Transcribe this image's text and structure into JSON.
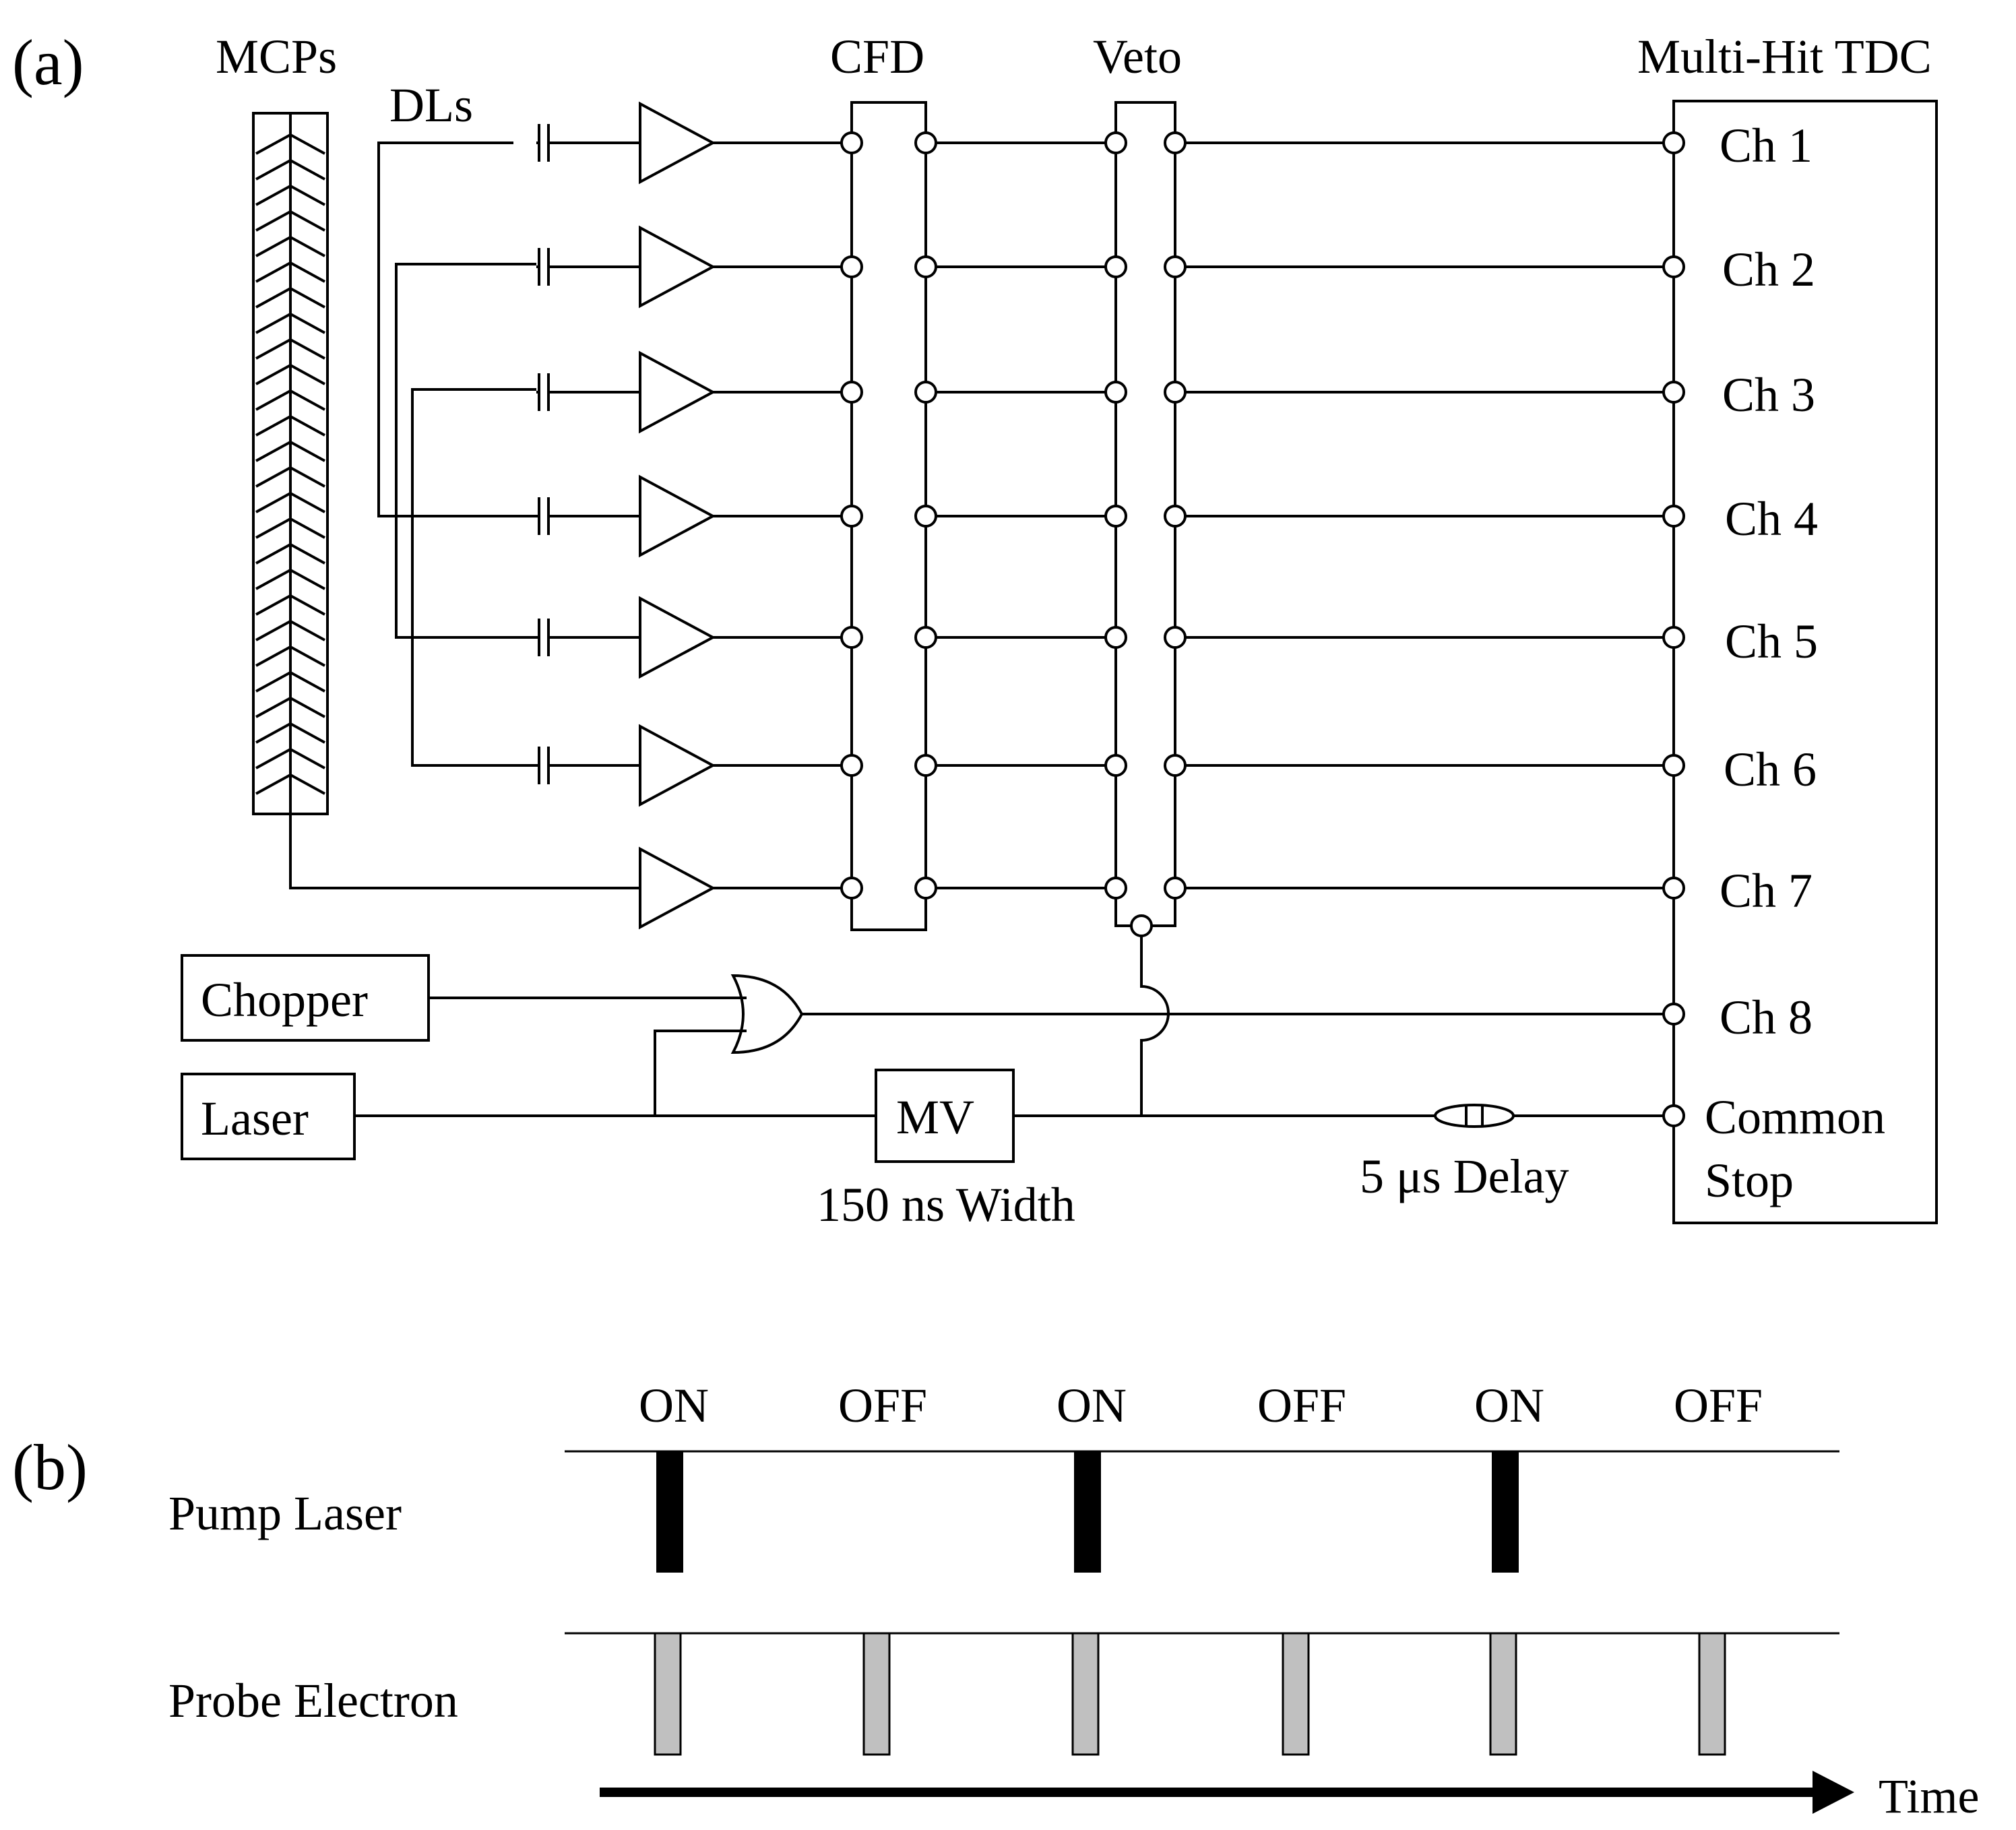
{
  "panel_a": {
    "label": "(a)",
    "mcps_label": "MCPs",
    "dls_label": "DLs",
    "cfd_label": "CFD",
    "veto_label": "Veto",
    "tdc_label": "Multi-Hit TDC",
    "channels": [
      "Ch 1",
      "Ch 2",
      "Ch 3",
      "Ch 4",
      "Ch 5",
      "Ch 6",
      "Ch 7",
      "Ch 8"
    ],
    "common_stop_line1": "Common",
    "common_stop_line2": "Stop",
    "chopper_label": "Chopper",
    "laser_label": "Laser",
    "mv_label": "MV",
    "mv_width_label": "150 ns Width",
    "delay_label": "5 μs Delay"
  },
  "panel_b": {
    "label": "(b)",
    "states": [
      "ON",
      "OFF",
      "ON",
      "OFF",
      "ON",
      "OFF"
    ],
    "pump_label": "Pump Laser",
    "probe_label": "Probe Electron",
    "time_label": "Time",
    "pump_pulses": [
      1,
      0,
      1,
      0,
      1,
      0
    ],
    "probe_pulses": [
      1,
      1,
      1,
      1,
      1,
      1
    ]
  },
  "colors": {
    "line": "#000000",
    "pump_pulse": "#000000",
    "probe_pulse": "#c0c0c0",
    "background": "#ffffff"
  }
}
